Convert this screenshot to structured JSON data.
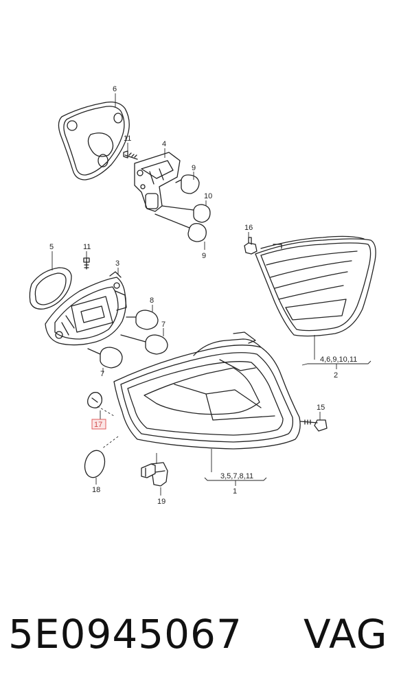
{
  "diagram": {
    "callouts": {
      "c6": "6",
      "c11a": "11",
      "c4": "4",
      "c9a": "9",
      "c10": "10",
      "c9b": "9",
      "c16": "16",
      "c5": "5",
      "c11b": "11",
      "c3": "3",
      "c8": "8",
      "c7a": "7",
      "c7b": "7",
      "c17": "17",
      "c15": "15",
      "c18": "18",
      "c19": "19",
      "group_right_list": "4,6,9,10,11",
      "group_right_id": "2",
      "group_main_list": "3,5,7,8,11",
      "group_main_id": "1"
    },
    "highlight_color": "#e05a5a"
  },
  "footer": {
    "part_number": "5E0945067",
    "brand": "VAG"
  }
}
